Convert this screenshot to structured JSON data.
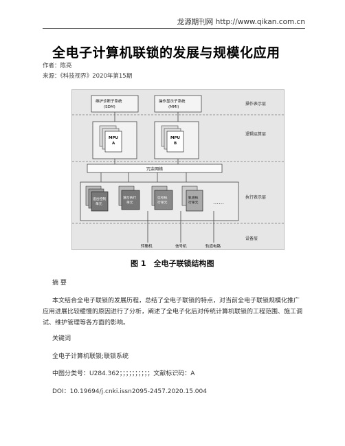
{
  "header": {
    "site": "龙源期刊网 http://www.qikan.com.cn"
  },
  "article": {
    "title": "全电子计算机联锁的发展与规模化应用",
    "author": "作者：陈亮",
    "source": "来源：《科技视界》2020年第15期"
  },
  "figure": {
    "caption": "图 1　全电子联锁结构图",
    "boxes": {
      "sdm": "维护诊断子系统\n(SDM)",
      "mmi": "操作显示子系统\n(MMI)",
      "mpu_a": "MPU\nA",
      "mpu_b": "MPU\nB",
      "network": "冗余网络",
      "unit1": "道岔控制\n单元",
      "unit2": "道岔执行\n单元",
      "unit3": "信号执\n行单元",
      "unit4": "轨道执\n行单元",
      "ellipsis": "……"
    },
    "layers": [
      "操作表示层",
      "逻辑运算层",
      "执行表示层",
      "设备层"
    ],
    "devices": [
      "转辙机",
      "信号机",
      "轨道电路"
    ]
  },
  "abstract": {
    "heading": "摘 要",
    "body": "本文结合全电子联锁的发展历程，总结了全电子联锁的特点，对当前全电子联锁规模化推广应用进展比较缓慢的原因进行了分析，阐述了全电子化后对传统计算机联锁的工程范围、施工调试、维护管理等各方面的影响。"
  },
  "keywords": {
    "heading": "关键词",
    "body": "全电子计算机联锁;联锁系统"
  },
  "classification": {
    "text": "中图分类号：U284.362；；；；；；；；；；文献标识码：A"
  },
  "doi": {
    "text": "DOI：10.19694/j.cnki.issn2095-2457.2020.15.004"
  }
}
